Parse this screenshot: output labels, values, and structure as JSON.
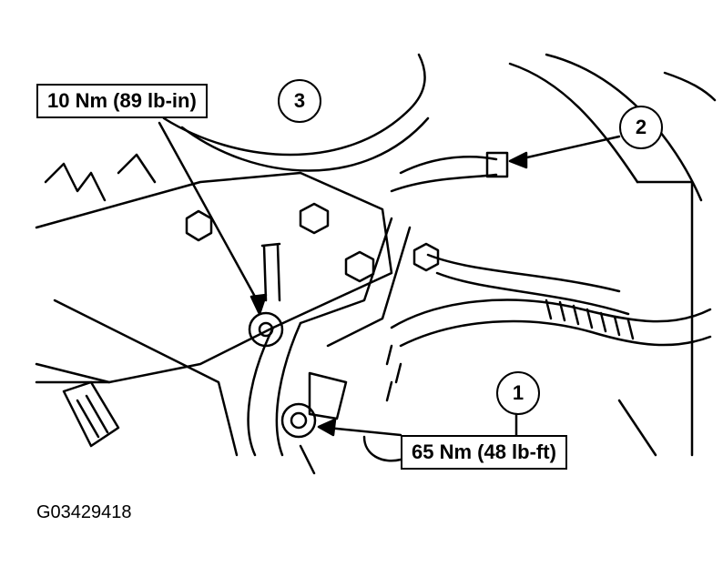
{
  "callouts": [
    {
      "number": "3",
      "label": "10 Nm (89 lb-in)"
    },
    {
      "number": "2",
      "label": ""
    },
    {
      "number": "1",
      "label": "65 Nm (48 lb-ft)"
    }
  ],
  "figure_id": "G03429418",
  "colors": {
    "line": "#000000",
    "background": "#ffffff"
  }
}
